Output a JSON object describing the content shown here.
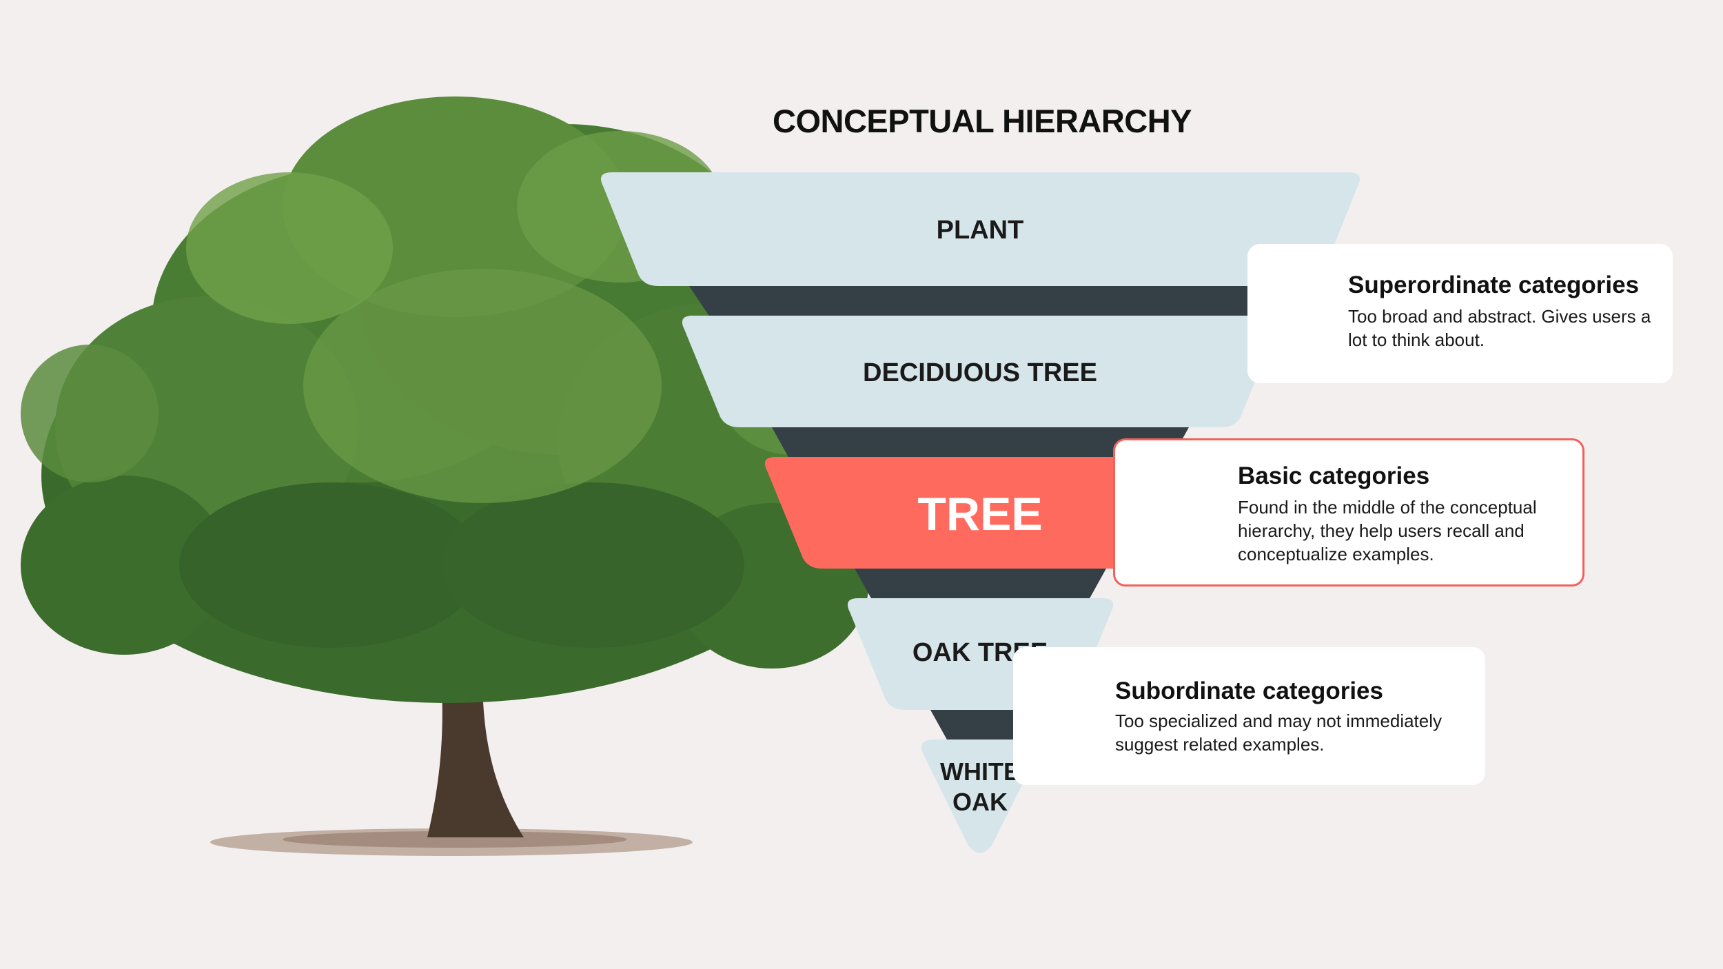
{
  "title": "CONCEPTUAL HIERARCHY",
  "levels": [
    {
      "label": "PLANT"
    },
    {
      "label": "DECIDUOUS TREE"
    },
    {
      "label": "TREE"
    },
    {
      "label": "OAK TREE"
    },
    {
      "label": "WHITE OAK"
    }
  ],
  "cards": [
    {
      "title": "Superordinate categories",
      "description": "Too broad and abstract. Gives users a lot to think about."
    },
    {
      "title": "Basic categories",
      "description": "Found in the middle of the conceptual hierarchy, they help users recall and conceptualize examples."
    },
    {
      "title": "Subordinate categories",
      "description": "Too specialized and may not immediately suggest related examples."
    }
  ],
  "colors": {
    "background": "#f3efee",
    "level_fill": "#d5e5ea",
    "highlight_fill": "#ff6a5e",
    "dark_band": "#353f46",
    "card_border_highlight": "#f0615a"
  }
}
